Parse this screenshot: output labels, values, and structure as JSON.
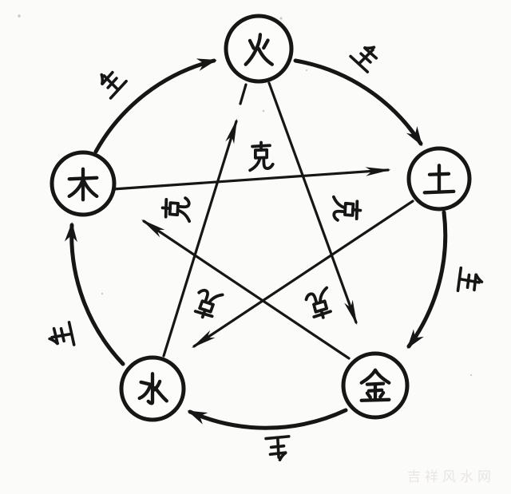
{
  "diagram": {
    "nodes": [
      {
        "id": "fire",
        "char": "火"
      },
      {
        "id": "earth",
        "char": "土"
      },
      {
        "id": "metal",
        "char": "金"
      },
      {
        "id": "water",
        "char": "水"
      },
      {
        "id": "wood",
        "char": "木"
      }
    ],
    "generating_edges": [
      {
        "from": "木",
        "to": "火",
        "label": "生"
      },
      {
        "from": "火",
        "to": "土",
        "label": "生"
      },
      {
        "from": "土",
        "to": "金",
        "label": "生"
      },
      {
        "from": "金",
        "to": "水",
        "label": "生"
      },
      {
        "from": "水",
        "to": "木",
        "label": "生"
      }
    ],
    "overcoming_edges": [
      {
        "from": "木",
        "to": "土",
        "label": "克"
      },
      {
        "from": "土",
        "to": "水",
        "label": "克"
      },
      {
        "from": "水",
        "to": "火",
        "label": "克"
      },
      {
        "from": "火",
        "to": "金",
        "label": "克"
      },
      {
        "from": "金",
        "to": "木",
        "label": "克"
      }
    ],
    "watermark": "吉祥风水网",
    "ink_color": "#161616",
    "paper_color": "#fbfbfa"
  }
}
